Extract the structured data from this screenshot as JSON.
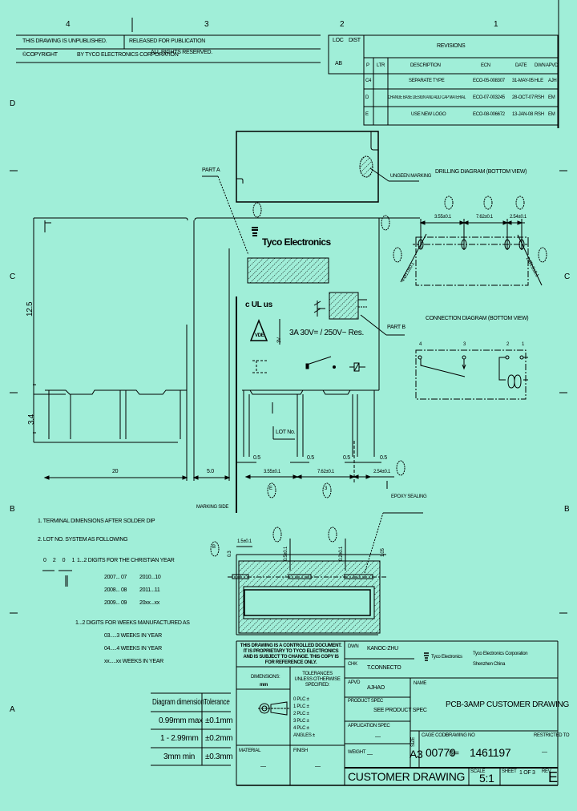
{
  "zone_markers": {
    "top": [
      "4",
      "3",
      "2",
      "1"
    ],
    "left": [
      "D",
      "C",
      "B",
      "A"
    ],
    "right": [
      "C",
      "B"
    ]
  },
  "header_left": {
    "row1_left": "THIS DRAWING IS UNPUBLISHED.",
    "row1_right": "RELEASED FOR PUBLICATION",
    "row2_left": "©COPYRIGHT",
    "row2_mid": "BY TYCO ELECTRONICS CORPORATION",
    "row2_right": "ALL RIGHTS RESERVED."
  },
  "loc_box": {
    "loc_label": "LOC",
    "dist_label": "DIST",
    "loc_value": "AB"
  },
  "revisions": {
    "title": "REVISIONS",
    "columns": [
      "P",
      "LTR",
      "DESCRIPTION",
      "ECN",
      "DATE",
      "DWN",
      "APVD"
    ],
    "rows": [
      {
        "p": "C4",
        "ltr": "",
        "description": "SEPARATE TYPE",
        "ecn": "ECO-05-008307",
        "date": "31-MAY-05",
        "dwn": "HLE",
        "apvd": "AJH"
      },
      {
        "p": "D",
        "ltr": "",
        "description": "CHANGE BASE DESIGN AND ADD CAP MATERIAL",
        "ecn": "ECO-07-003245",
        "date": "28-OCT-07",
        "dwn": "RSH",
        "apvd": "EM"
      },
      {
        "p": "E",
        "ltr": "",
        "description": "USE NEW LOGO",
        "ecn": "ECO-08-006672",
        "date": "13-JAN-08",
        "dwn": "RSH",
        "apvd": "EM"
      }
    ]
  },
  "callouts": {
    "part_a": "PART A",
    "part_b": "PART B",
    "lot_no": "LOT No.",
    "ung_mark": "UNGEEN MARKING",
    "marking_side": "MARKING SIDE",
    "epoxy": "EPOXY SEALING"
  },
  "relay_label": {
    "brand": "Tyco Electronics",
    "ul_mark": "c UL us",
    "vde_mark": "VDE",
    "rating": "3A 30V= / 250V~ Res.",
    "coil_marks": "3V"
  },
  "dimensions": {
    "height": "12.5",
    "pin_height": "3.4",
    "length": "20",
    "width": "5.0",
    "pin_width_1": "0.5",
    "pin_width_2": "0.5",
    "pin_width_3": "0.5",
    "pin_width_4": "0.5",
    "pitch_1": "3.55±0.1",
    "pitch_2": "7.62±0.1",
    "pitch_3": "2.54±0.1",
    "drill_pitch_1": "3.55±0.1",
    "drill_pitch_2": "7.62±0.1",
    "drill_pitch_3": "2.54±0.1",
    "drill_hole_left": "4-Ø1.0±0.1",
    "drill_hole_right": "2-Ø1.0±0.1",
    "section_a": "0.3",
    "section_b": "1.5±0.1",
    "section_c": "0.5±0.1",
    "section_d": "0.2±0.1",
    "section_e": "1.05",
    "bubble_b": "B",
    "bubble_3": "3",
    "bubble_e": "E"
  },
  "drilling_diagram": {
    "title": "DRILLING DIAGRAM (BOTTOM VIEW)"
  },
  "connection_diagram": {
    "title": "CONNECTION DIAGRAM (BOTTOM VIEW)",
    "pins": [
      "4",
      "3",
      "2",
      "1"
    ]
  },
  "notes": {
    "note1": "1. TERMINAL DIMENSIONS AFTER SOLDER DIP",
    "note2": "2. LOT NO. SYSTEM AS FOLLOWING",
    "code": "0 2 0 1",
    "year_desc": "1...2 DIGITS FOR THE CHRISTIAN YEAR",
    "years": [
      [
        "2007... 07",
        "2010...10"
      ],
      [
        "2008... 08",
        "2011...11"
      ],
      [
        "2009... 09",
        "20xx...xx"
      ]
    ],
    "week_desc": "1...2 DIGITS FOR WEEKS MANUFACTURED AS",
    "weeks": [
      "03.....3 WEEKS IN YEAR",
      "04.....4 WEEKS IN YEAR",
      "xx.....xx WEEKS IN YEAR"
    ]
  },
  "tolerance_table": {
    "headers": [
      "Diagram dimension",
      "Tolerance"
    ],
    "rows": [
      [
        "0.99mm max",
        "±0.1mm"
      ],
      [
        "1 - 2.99mm",
        "±0.2mm"
      ],
      [
        "3mm min",
        "±0.3mm"
      ]
    ]
  },
  "title_block": {
    "proprietary": "THIS DRAWING IS A CONTROLLED DOCUMENT. IT IS PROPRIETARY TO TYCO ELECTRONICS AND IS SUBJECT TO CHANGE. THIS COPY IS FOR REFERENCE ONLY.",
    "dwn_label": "DWN",
    "dwn_value": "KANOC-ZHU",
    "chk_label": "CHK",
    "chk_value": "T.CONNECTO",
    "appd_label": "APVD",
    "appd_value": "AJHAO",
    "product_spec_label": "PRODUCT SPEC",
    "product_spec_value": "SEE PRODUCT SPEC",
    "application_spec_label": "APPLICATION SPEC",
    "application_spec_value": "—",
    "weight_label": "WEIGHT",
    "weight_value": "—",
    "dimensions_label": "DIMENSIONS:",
    "dimensions_unit": "mm",
    "tolerances_label": "TOLERANCES UNLESS OTHERWISE SPECIFIED:",
    "tolerance_places": [
      "0 PLC ±",
      "1 PLC ±",
      "2 PLC ±",
      "3 PLC ±",
      "4 PLC ±",
      "ANGLES ±"
    ],
    "material_label": "MATERIAL",
    "material_value": "—",
    "finish_label": "FINISH",
    "finish_value": "—",
    "company_logo": "Tyco Electronics",
    "company_name": "Tyco Electronics Corporation",
    "company_location": "Shenzhen China",
    "name_label": "NAME",
    "name_value": "PCB-3AMP CUSTOMER DRAWING",
    "size_label": "SIZE",
    "size_value": "A3",
    "cage_label": "CAGE CODE",
    "drawing_no_label": "DRAWING NO",
    "cage_value": "00779",
    "drawing_no_value": "1461197",
    "restricted_label": "RESTRICTED TO",
    "restricted_value": "—",
    "doc_type": "CUSTOMER DRAWING",
    "scale_label": "SCALE",
    "scale_value": "5:1",
    "sheet_label": "SHEET",
    "sheet_value": "1 OF 3",
    "rev_label": "REV",
    "rev_value": "E"
  }
}
